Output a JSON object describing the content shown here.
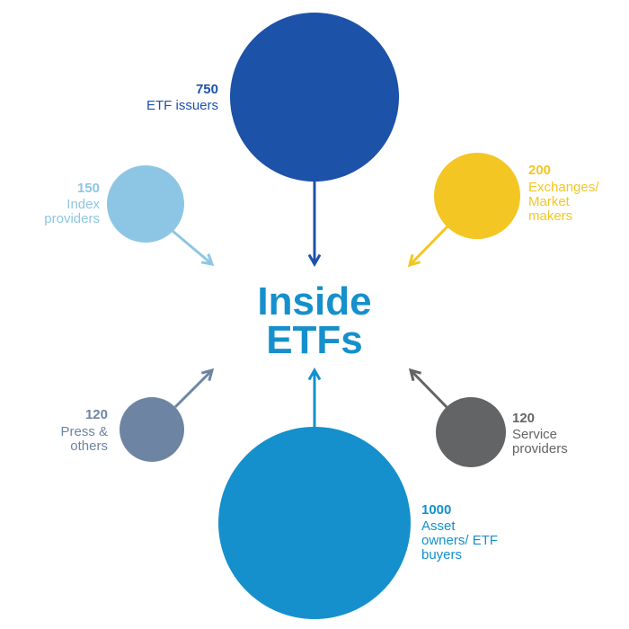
{
  "title": {
    "line1": "Inside",
    "line2": "ETFs"
  },
  "groups": {
    "issuers": {
      "count": "750",
      "label": [
        "ETF issuers"
      ],
      "color": "#1c52a8"
    },
    "index": {
      "count": "150",
      "label": [
        "Index",
        "providers"
      ],
      "color": "#8dc6e4"
    },
    "exchanges": {
      "count": "200",
      "label": [
        "Exchanges/",
        "Market",
        "makers"
      ],
      "color": "#f4c623"
    },
    "press": {
      "count": "120",
      "label": [
        "Press &",
        "others"
      ],
      "color": "#6e84a3"
    },
    "service": {
      "count": "120",
      "label": [
        "Service",
        "providers"
      ],
      "color": "#636466"
    },
    "owners": {
      "count": "1000",
      "label": [
        "Asset",
        "owners/ ETF",
        "buyers"
      ],
      "color": "#1590cc"
    }
  }
}
